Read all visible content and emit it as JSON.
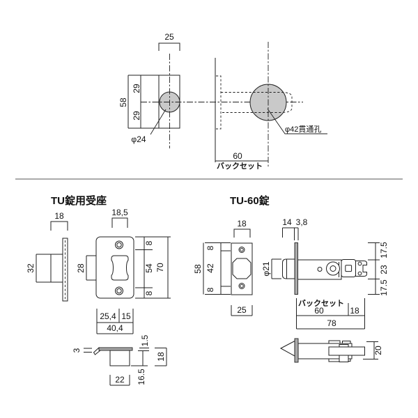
{
  "drawing": {
    "knob": {
      "width": "25",
      "height": "58",
      "half_top": "29",
      "half_bottom": "29",
      "spindle_dia": "φ24",
      "bore_label": "φ42貫通孔",
      "backset": "60",
      "backset_label": "バックセット"
    },
    "strike": {
      "title": "TU錠用受座",
      "box_width": "18",
      "box_height": "32",
      "cutout_width": "18,5",
      "cutout_height": "28",
      "margin_top": "8",
      "hole_span": "54",
      "margin_bottom": "8",
      "plate_height": "70",
      "offset_left": "25,4",
      "offset_right": "15",
      "plate_width": "40,4",
      "lip": "3",
      "thickness": "1.5",
      "depth_total": "18",
      "depth_inner": "16.5",
      "open_width": "22"
    },
    "latch": {
      "title": "TU-60錠",
      "face_width": "18",
      "margin_top": "8",
      "hole_span": "42",
      "margin_bottom": "8",
      "face_height": "58",
      "face_bottom": "25",
      "head_length": "14",
      "face_thickness": "3,8",
      "bolt_dia": "φ21",
      "seg_top": "17.5",
      "seg_mid": "23",
      "seg_bottom": "17.5",
      "backset_label": "バックセット",
      "backset": "60",
      "tail": "18",
      "total_length": "78",
      "body_height": "20"
    }
  }
}
